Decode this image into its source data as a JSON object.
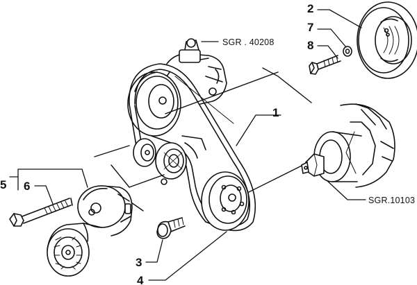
{
  "callouts": {
    "c1": "1",
    "c2": "2",
    "c3": "3",
    "c4": "4",
    "c5": "5",
    "c6": "6",
    "c7": "7",
    "c8": "8"
  },
  "references": {
    "steering_pump": "SGR . 40208",
    "crankshaft": "SGR.10103"
  },
  "colors": {
    "ink": "#111111",
    "paper": "#ffffff"
  }
}
